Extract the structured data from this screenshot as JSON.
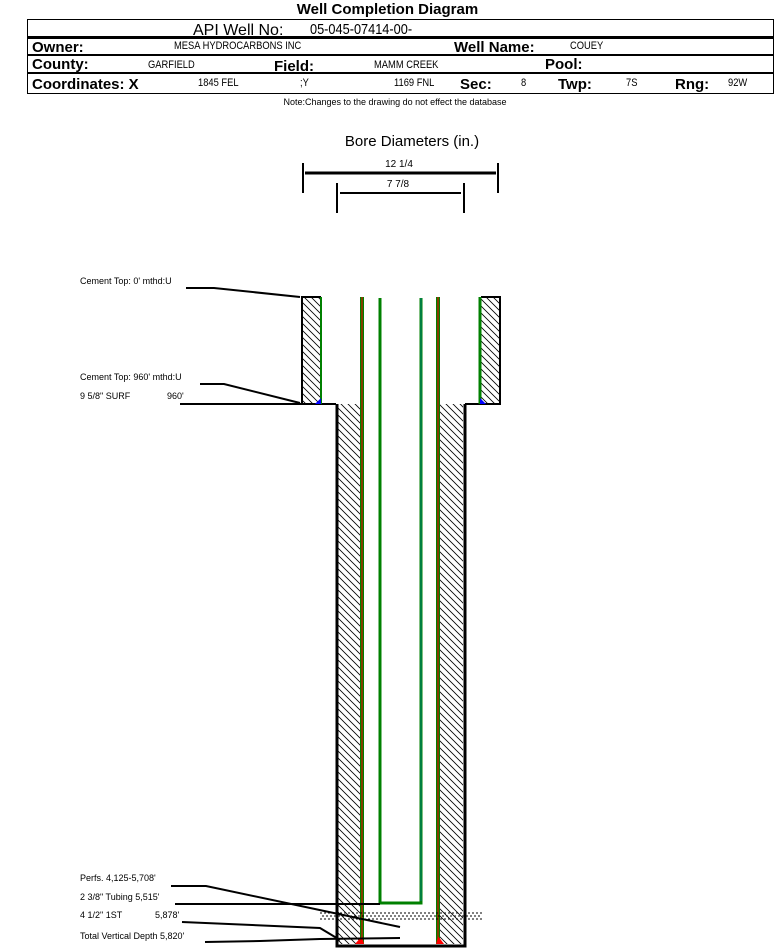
{
  "title": "Well Completion Diagram",
  "header": {
    "api_label": "API Well No:",
    "api_value": "05-045-07414-00-",
    "owner_label": "Owner:",
    "owner_value": "MESA HYDROCARBONS INC",
    "well_name_label": "Well Name:",
    "well_name_value": "COUEY",
    "county_label": "County:",
    "county_value": "GARFIELD",
    "field_label": "Field:",
    "field_value": "MAMM CREEK",
    "pool_label": "Pool:",
    "coords_label": "Coordinates: X",
    "x_value": "1845 FEL",
    "y_label": ";Y",
    "y_value": "1169 FNL",
    "sec_label": "Sec:",
    "sec_value": "8",
    "twp_label": "Twp:",
    "twp_value": "7S",
    "rng_label": "Rng:",
    "rng_value": "92W"
  },
  "note": "Note:Changes to the drawing do not effect the database",
  "bore": {
    "title": "Bore Diameters (in.)",
    "outer": "12 1/4",
    "inner": "7 7/8"
  },
  "labels": {
    "cement_top_0": "Cement Top: 0' mthd:U",
    "cement_top_960": "Cement Top: 960' mthd:U",
    "surf_casing": "9 5/8\" SURF",
    "surf_depth": "960'",
    "perfs": "Perfs. 4,125-5,708'",
    "tubing": "2 3/8\" Tubing 5,515'",
    "prod_casing": "4 1/2\" 1ST",
    "prod_depth": "5,878'",
    "tvd": "Total Vertical Depth 5,820'"
  },
  "colors": {
    "casing": "#008000",
    "casing_core": "#ff0000",
    "tubing_core": "#008080",
    "cement_foot": "#0000ff"
  }
}
